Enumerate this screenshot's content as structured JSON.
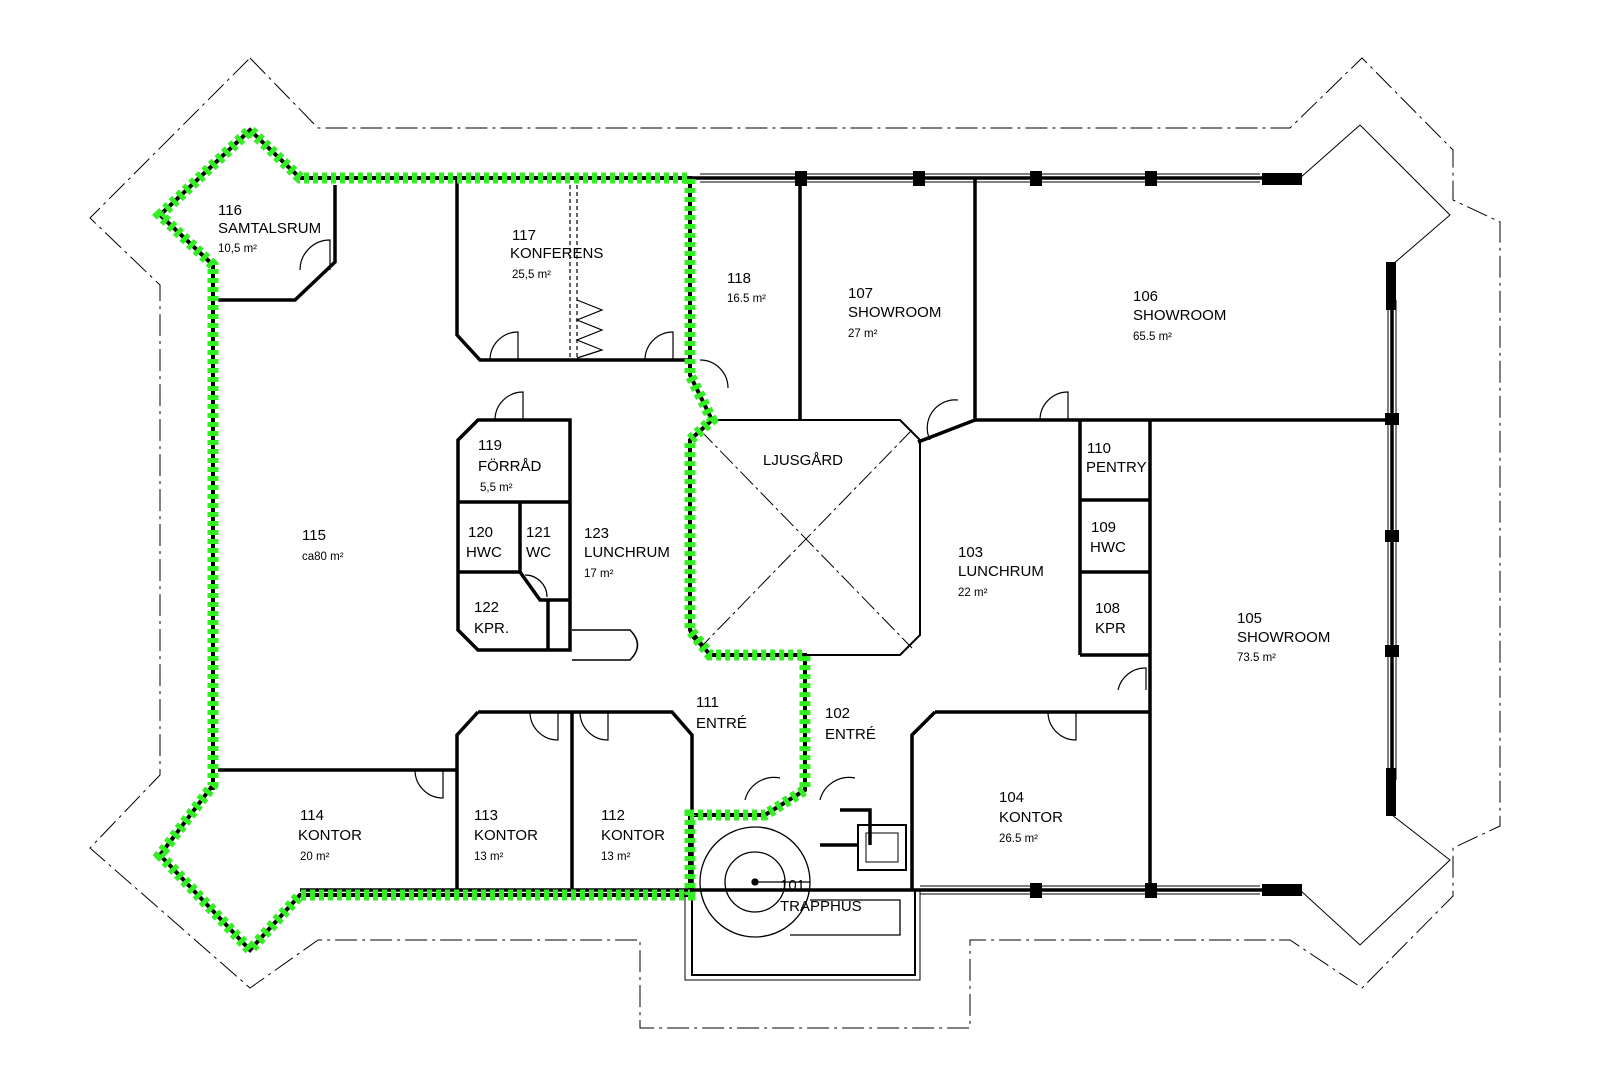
{
  "colors": {
    "wall": "#000000",
    "highlight_boundary": "#33ee22",
    "background": "#ffffff"
  },
  "rooms": [
    {
      "id": "room-116",
      "number": "116",
      "name": "SAMTALSRUM",
      "area": "10,5 m²"
    },
    {
      "id": "room-117",
      "number": "117",
      "name": "KONFERENS",
      "area": "25,5 m²"
    },
    {
      "id": "room-118",
      "number": "118",
      "name": "",
      "area": "16.5 m²"
    },
    {
      "id": "room-107",
      "number": "107",
      "name": "SHOWROOM",
      "area": "27 m²"
    },
    {
      "id": "room-106",
      "number": "106",
      "name": "SHOWROOM",
      "area": "65.5 m²"
    },
    {
      "id": "room-119",
      "number": "119",
      "name": "FÖRRÅD",
      "area": "5,5 m²"
    },
    {
      "id": "room-115",
      "number": "115",
      "name": "",
      "area": "ca80 m²"
    },
    {
      "id": "room-120",
      "number": "120",
      "name": "HWC",
      "area": ""
    },
    {
      "id": "room-121",
      "number": "121",
      "name": "WC",
      "area": ""
    },
    {
      "id": "room-123",
      "number": "123",
      "name": "LUNCHRUM",
      "area": "17 m²"
    },
    {
      "id": "room-122",
      "number": "122",
      "name": "KPR.",
      "area": ""
    },
    {
      "id": "room-ljusgard",
      "number": "",
      "name": "LJUSGÅRD",
      "area": ""
    },
    {
      "id": "room-110",
      "number": "110",
      "name": "PENTRY",
      "area": ""
    },
    {
      "id": "room-109",
      "number": "109",
      "name": "HWC",
      "area": ""
    },
    {
      "id": "room-103",
      "number": "103",
      "name": "LUNCHRUM",
      "area": "22 m²"
    },
    {
      "id": "room-108",
      "number": "108",
      "name": "KPR",
      "area": ""
    },
    {
      "id": "room-105",
      "number": "105",
      "name": "SHOWROOM",
      "area": "73.5 m²"
    },
    {
      "id": "room-111",
      "number": "111",
      "name": "ENTRÉ",
      "area": ""
    },
    {
      "id": "room-102",
      "number": "102",
      "name": "ENTRÉ",
      "area": ""
    },
    {
      "id": "room-114",
      "number": "114",
      "name": "KONTOR",
      "area": "20 m²"
    },
    {
      "id": "room-113",
      "number": "113",
      "name": "KONTOR",
      "area": "13 m²"
    },
    {
      "id": "room-112",
      "number": "112",
      "name": "KONTOR",
      "area": "13 m²"
    },
    {
      "id": "room-104",
      "number": "104",
      "name": "KONTOR",
      "area": "26.5 m²"
    },
    {
      "id": "room-101",
      "number": "101",
      "name": "TRAPPHUS",
      "area": ""
    }
  ]
}
